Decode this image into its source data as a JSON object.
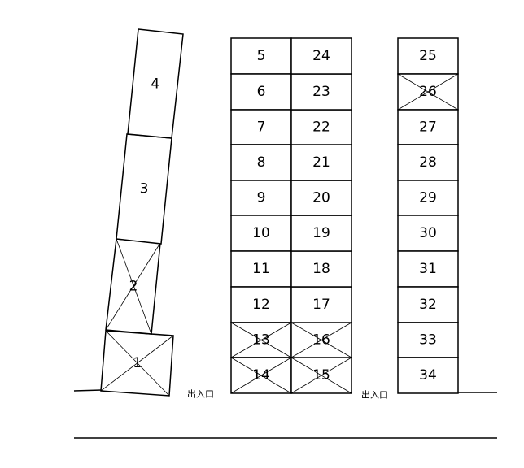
{
  "spaces": [
    {
      "label": "1",
      "unavailable": true
    },
    {
      "label": "2",
      "unavailable": true
    },
    {
      "label": "3",
      "unavailable": false
    },
    {
      "label": "4",
      "unavailable": false
    },
    {
      "label": "5",
      "unavailable": false
    },
    {
      "label": "6",
      "unavailable": false
    },
    {
      "label": "7",
      "unavailable": false
    },
    {
      "label": "8",
      "unavailable": false
    },
    {
      "label": "9",
      "unavailable": false
    },
    {
      "label": "10",
      "unavailable": false
    },
    {
      "label": "11",
      "unavailable": false
    },
    {
      "label": "12",
      "unavailable": false
    },
    {
      "label": "13",
      "unavailable": true
    },
    {
      "label": "14",
      "unavailable": true
    },
    {
      "label": "15",
      "unavailable": true
    },
    {
      "label": "16",
      "unavailable": true
    },
    {
      "label": "17",
      "unavailable": false
    },
    {
      "label": "18",
      "unavailable": false
    },
    {
      "label": "19",
      "unavailable": false
    },
    {
      "label": "20",
      "unavailable": false
    },
    {
      "label": "21",
      "unavailable": false
    },
    {
      "label": "22",
      "unavailable": false
    },
    {
      "label": "23",
      "unavailable": false
    },
    {
      "label": "24",
      "unavailable": false
    },
    {
      "label": "25",
      "unavailable": false
    },
    {
      "label": "26",
      "unavailable": true
    },
    {
      "label": "27",
      "unavailable": false
    },
    {
      "label": "28",
      "unavailable": false
    },
    {
      "label": "29",
      "unavailable": false
    },
    {
      "label": "30",
      "unavailable": false
    },
    {
      "label": "31",
      "unavailable": false
    },
    {
      "label": "32",
      "unavailable": false
    },
    {
      "label": "33",
      "unavailable": false
    },
    {
      "label": "34",
      "unavailable": false
    }
  ],
  "entrances": [
    {
      "label": "出入口"
    },
    {
      "label": "出入口"
    }
  ]
}
